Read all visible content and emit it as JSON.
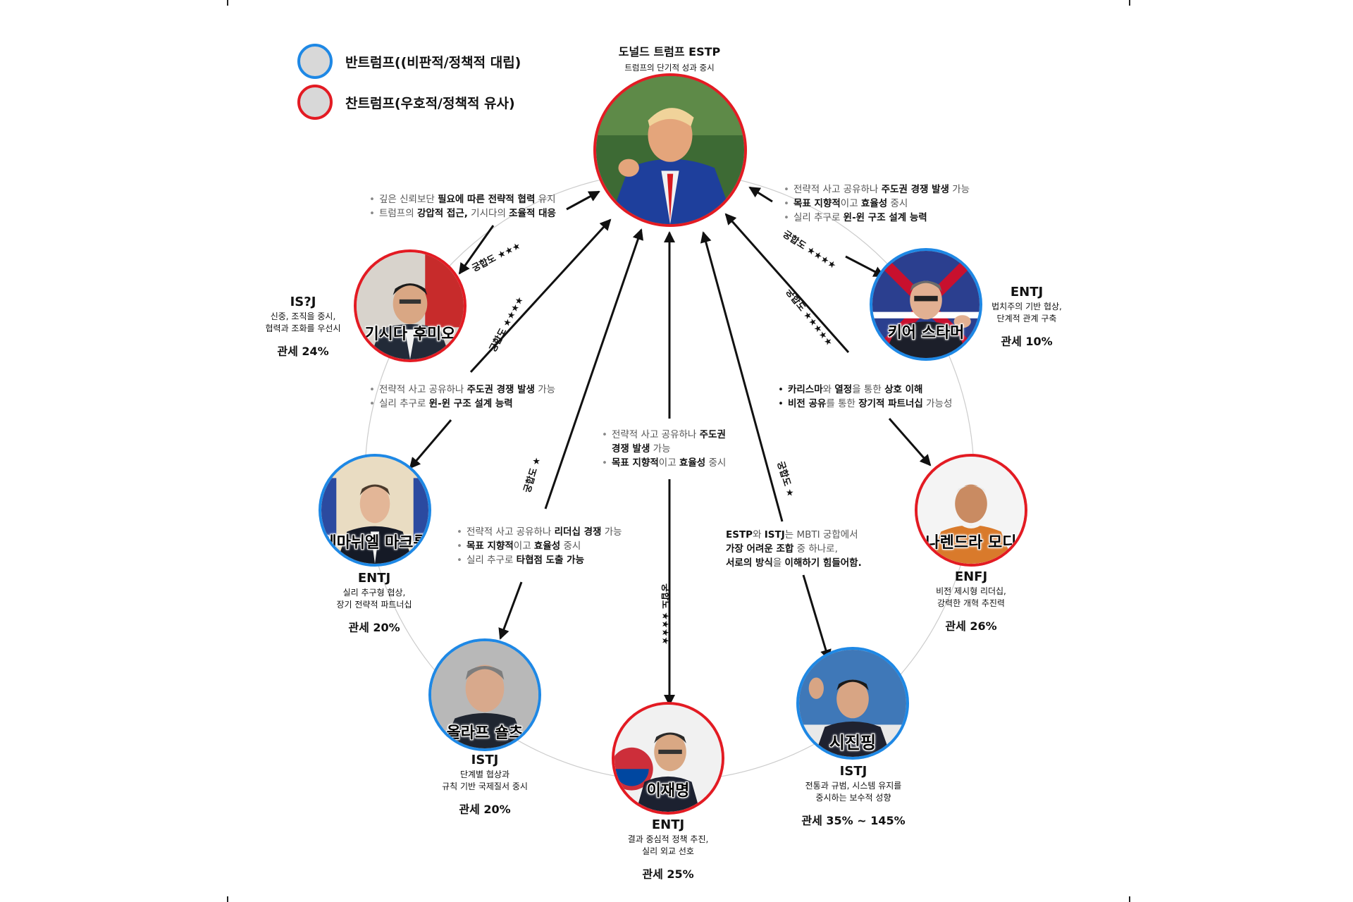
{
  "legend": [
    {
      "label": "반트럼프((비판적/정책적 대립)",
      "ring": "#1e88e5"
    },
    {
      "label": "찬트럼프(우호적/정책적 유사)",
      "ring": "#e31b23"
    }
  ],
  "colors": {
    "anti": "#1e88e5",
    "pro": "#e31b23",
    "arrow": "#111111",
    "guide": "#cccccc"
  },
  "center": {
    "name": "도널드 트럼프 ESTP",
    "subtitle": "트럼프의 단기적 성과 중시"
  },
  "leaders": [
    {
      "id": "kishida",
      "name": "기시다 후미오",
      "mbti": "IS?J",
      "desc": "신중, 조직을 중시,\n협력과 조화를 우선시",
      "tariff": "관세 24%",
      "ring": "pro"
    },
    {
      "id": "starmer",
      "name": "키어 스타머",
      "mbti": "ENTJ",
      "desc": "법치주의 기반 협상,\n단계적 관계 구축",
      "tariff": "관세 10%",
      "ring": "anti"
    },
    {
      "id": "macron",
      "name": "에마뉘엘 마크롱",
      "mbti": "ENTJ",
      "desc": "실리 추구형 협상,\n장기 전략적 파트너십",
      "tariff": "관세 20%",
      "ring": "anti"
    },
    {
      "id": "modi",
      "name": "나렌드라 모디",
      "mbti": "ENFJ",
      "desc": "비전 제시형 리더십,\n강력한 개혁 추진력",
      "tariff": "관세 26%",
      "ring": "pro"
    },
    {
      "id": "scholz",
      "name": "올라프 숄츠",
      "mbti": "ISTJ",
      "desc": "단계별 협상과\n규칙 기반 국제질서 중시",
      "tariff": "관세 20%",
      "ring": "anti"
    },
    {
      "id": "lee",
      "name": "이재명",
      "mbti": "ENTJ",
      "desc": "결과 중심적 정책 추진,\n실리 외교 선호",
      "tariff": "관세 25%",
      "ring": "pro"
    },
    {
      "id": "xi",
      "name": "시진핑",
      "mbti": "ISTJ",
      "desc": "전통과 규범, 시스템 유지를\n중시하는 보수적 성향",
      "tariff": "관세 35% ~ 145%",
      "ring": "anti"
    }
  ],
  "compat_labels": {
    "kishida": "궁합도 ★★★",
    "starmer": "궁합도 ★★★★",
    "macron": "궁합도 ★★★★",
    "modi": "궁합도 ★★★★★",
    "scholz": "궁합도 ★",
    "lee": "궁합도 ★★★★",
    "xi": "궁합도 ★"
  },
  "notes": {
    "kishida": [
      [
        {
          "t": "깊은 신뢰보단 "
        },
        {
          "t": "필요에 따른 전략적 협력",
          "b": true
        },
        {
          "t": " 유지"
        }
      ],
      [
        {
          "t": "트럼프의 "
        },
        {
          "t": "강압적 접근,",
          "b": true
        },
        {
          "t": " 기시다의 "
        },
        {
          "t": "조율적 대응",
          "b": true
        }
      ]
    ],
    "starmer": [
      [
        {
          "t": "전략적 사고 공유하나 "
        },
        {
          "t": "주도권 경쟁 발생",
          "b": true
        },
        {
          "t": "  가능"
        }
      ],
      [
        {
          "t": "목표 지향적",
          "b": true
        },
        {
          "t": "이고 "
        },
        {
          "t": "효율성",
          "b": true
        },
        {
          "t": " 중시"
        }
      ],
      [
        {
          "t": "실리 추구로 "
        },
        {
          "t": "윈-윈 구조 설계 능력",
          "b": true
        }
      ]
    ],
    "macron": [
      [
        {
          "t": "전략적 사고 공유하나 "
        },
        {
          "t": "주도권 경쟁 발생",
          "b": true
        },
        {
          "t": "  가능"
        }
      ],
      [
        {
          "t": "실리 추구로 "
        },
        {
          "t": "윈-윈 구조 설계 능력",
          "b": true
        }
      ]
    ],
    "modi": [
      [
        {
          "t": "카리스마",
          "b": true
        },
        {
          "t": "와 "
        },
        {
          "t": "열정",
          "b": true
        },
        {
          "t": "을 통한 "
        },
        {
          "t": "상호 이해",
          "b": true
        }
      ],
      [
        {
          "t": "비전 공유",
          "b": true
        },
        {
          "t": "를 통한 "
        },
        {
          "t": "장기적 파트너십",
          "b": true
        },
        {
          "t": " 가능성"
        }
      ]
    ],
    "lee": [
      [
        {
          "t": "전략적 사고 공유하나 "
        },
        {
          "t": "주도권",
          "b": true
        }
      ],
      [
        {
          "t": "경쟁 발생",
          "b": true
        },
        {
          "t": "  가능"
        }
      ],
      [
        {
          "t": "목표 지향적",
          "b": true
        },
        {
          "t": "이고 "
        },
        {
          "t": "효율성",
          "b": true
        },
        {
          "t": " 중시"
        }
      ]
    ],
    "scholz": [
      [
        {
          "t": "전략적 사고 공유하나 "
        },
        {
          "t": "리더십 경쟁",
          "b": true
        },
        {
          "t": " 가능"
        }
      ],
      [
        {
          "t": "목표 지향적",
          "b": true
        },
        {
          "t": "이고 "
        },
        {
          "t": "효율성",
          "b": true
        },
        {
          "t": " 중시"
        }
      ],
      [
        {
          "t": "실리 추구로 "
        },
        {
          "t": "타협점 도출 가능",
          "b": true
        }
      ]
    ],
    "xi": [
      [
        {
          "t": "ESTP",
          "b": true
        },
        {
          "t": "와 "
        },
        {
          "t": "ISTJ",
          "b": true
        },
        {
          "t": "는 MBTI 궁합에서"
        }
      ],
      [
        {
          "t": "가장 어려운 조합",
          "b": true
        },
        {
          "t": " 중 하나로,"
        }
      ],
      [
        {
          "t": "서로의 방식",
          "b": true
        },
        {
          "t": "을 "
        },
        {
          "t": "이해하기 힘들어함.",
          "b": true
        }
      ]
    ]
  }
}
